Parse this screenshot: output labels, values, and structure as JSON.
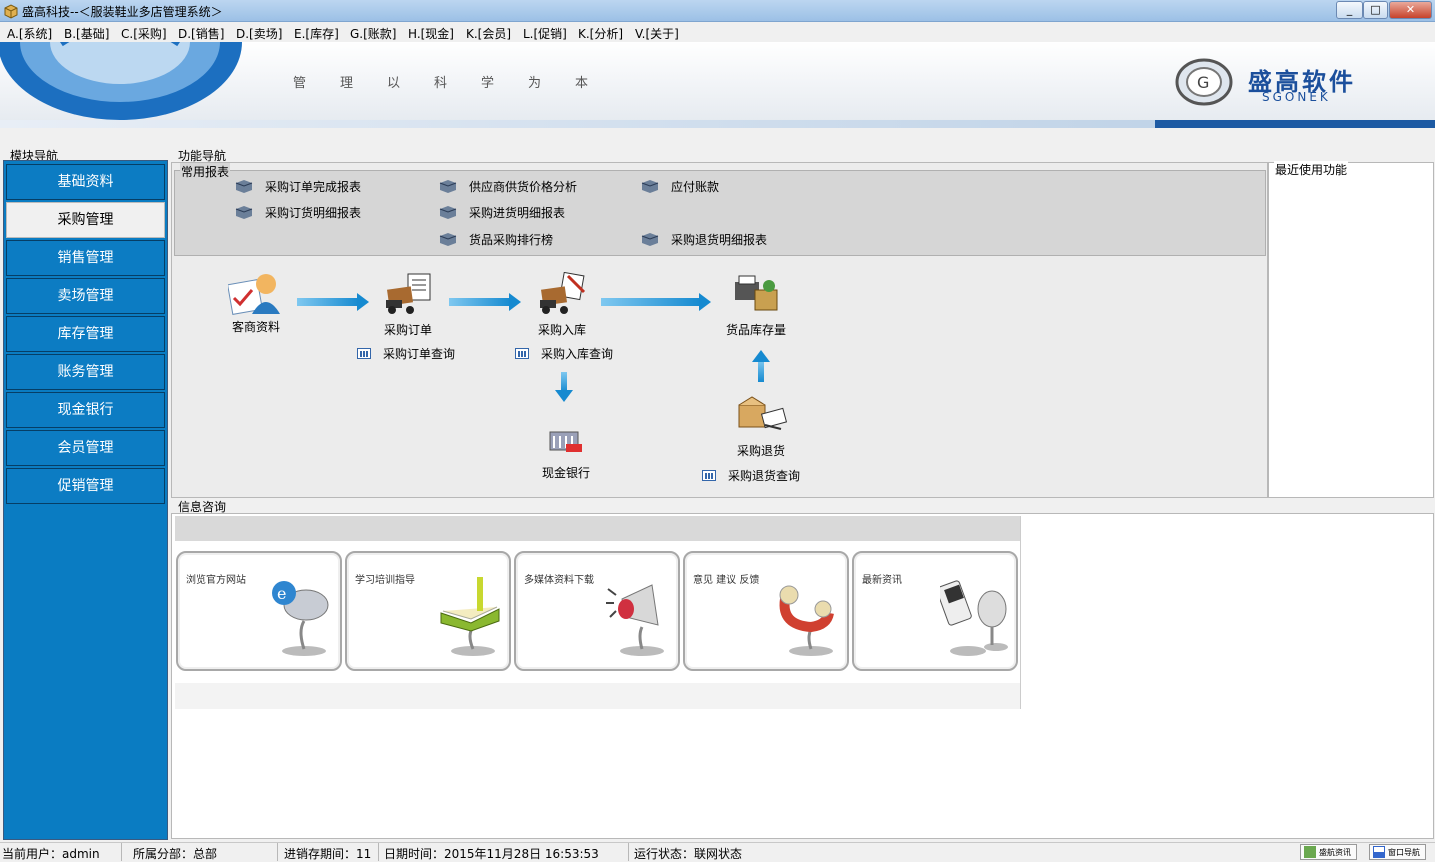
{
  "window": {
    "title": "盛高科技--＜服装鞋业多店管理系统＞",
    "controls": [
      "_",
      "□",
      "✕"
    ]
  },
  "menu": [
    "A.[系统]",
    "B.[基础]",
    "C.[采购]",
    "D.[销售]",
    "D.[卖场]",
    "E.[库存]",
    "G.[账款]",
    "H.[现金]",
    "K.[会员]",
    "L.[促销]",
    "K.[分析]",
    "V.[关于]"
  ],
  "banner": {
    "slogan": [
      "管",
      "理",
      "以",
      "科",
      "学",
      "为",
      "本"
    ],
    "brand_name": "盛高软件",
    "brand_sub": "SGONEK"
  },
  "module_nav": {
    "title": "模块导航",
    "items": [
      "基础资料",
      "采购管理",
      "销售管理",
      "卖场管理",
      "库存管理",
      "账务管理",
      "现金银行",
      "会员管理",
      "促销管理"
    ],
    "active": "采购管理"
  },
  "func_nav": {
    "title": "功能导航",
    "reports_title": "常用报表",
    "reports": [
      "采购订单完成报表",
      "供应商供货价格分析",
      "应付账款",
      "采购订货明细报表",
      "采购进货明细报表",
      "货品采购排行榜",
      "采购退货明细报表"
    ],
    "flow": {
      "supplier": "客商资料",
      "order": "采购订单",
      "inbound": "采购入库",
      "stock": "货品库存量",
      "returns": "采购退货",
      "cash": "现金银行"
    },
    "queries": {
      "order": "采购订单查询",
      "inbound": "采购入库查询",
      "returns": "采购退货查询"
    }
  },
  "recent": {
    "title": "最近使用功能"
  },
  "info": {
    "title": "信息咨询",
    "cards": [
      "浏览官方网站",
      "学习培训指导",
      "多媒体资料下载",
      "意见 建议 反馈",
      "最新资讯"
    ]
  },
  "status": {
    "user": "当前用户：admin",
    "branch": "所属分部：总部",
    "period": "进销存期间：11",
    "datetime": "日期时间：2015年11月28日 16:53:53",
    "run": "运行状态：联网状态",
    "btn1": "盛航资讯",
    "btn2": "窗口导航"
  },
  "colors": {
    "nav_blue": "#0c7cc3",
    "arrow_blue": "#168ad0",
    "brand_blue": "#1b4f9c"
  }
}
